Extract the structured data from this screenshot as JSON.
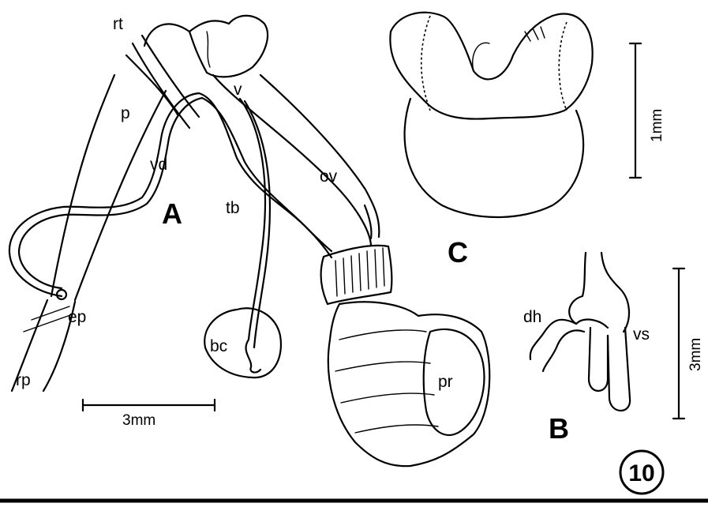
{
  "figure_number": "10",
  "panels": {
    "a": {
      "letter": "A",
      "labels": {
        "rt": "rt",
        "p": "p",
        "vd": "vd",
        "v": "v",
        "ov": "ov",
        "tb": "tb",
        "ep": "ep",
        "rp": "rp",
        "bc": "bc",
        "pr": "pr"
      },
      "scale_bar": "3mm"
    },
    "b": {
      "letter": "B",
      "labels": {
        "dh": "dh",
        "vs": "vs"
      },
      "scale_bar": "3mm"
    },
    "c": {
      "letter": "C",
      "scale_bar": "1mm"
    }
  }
}
